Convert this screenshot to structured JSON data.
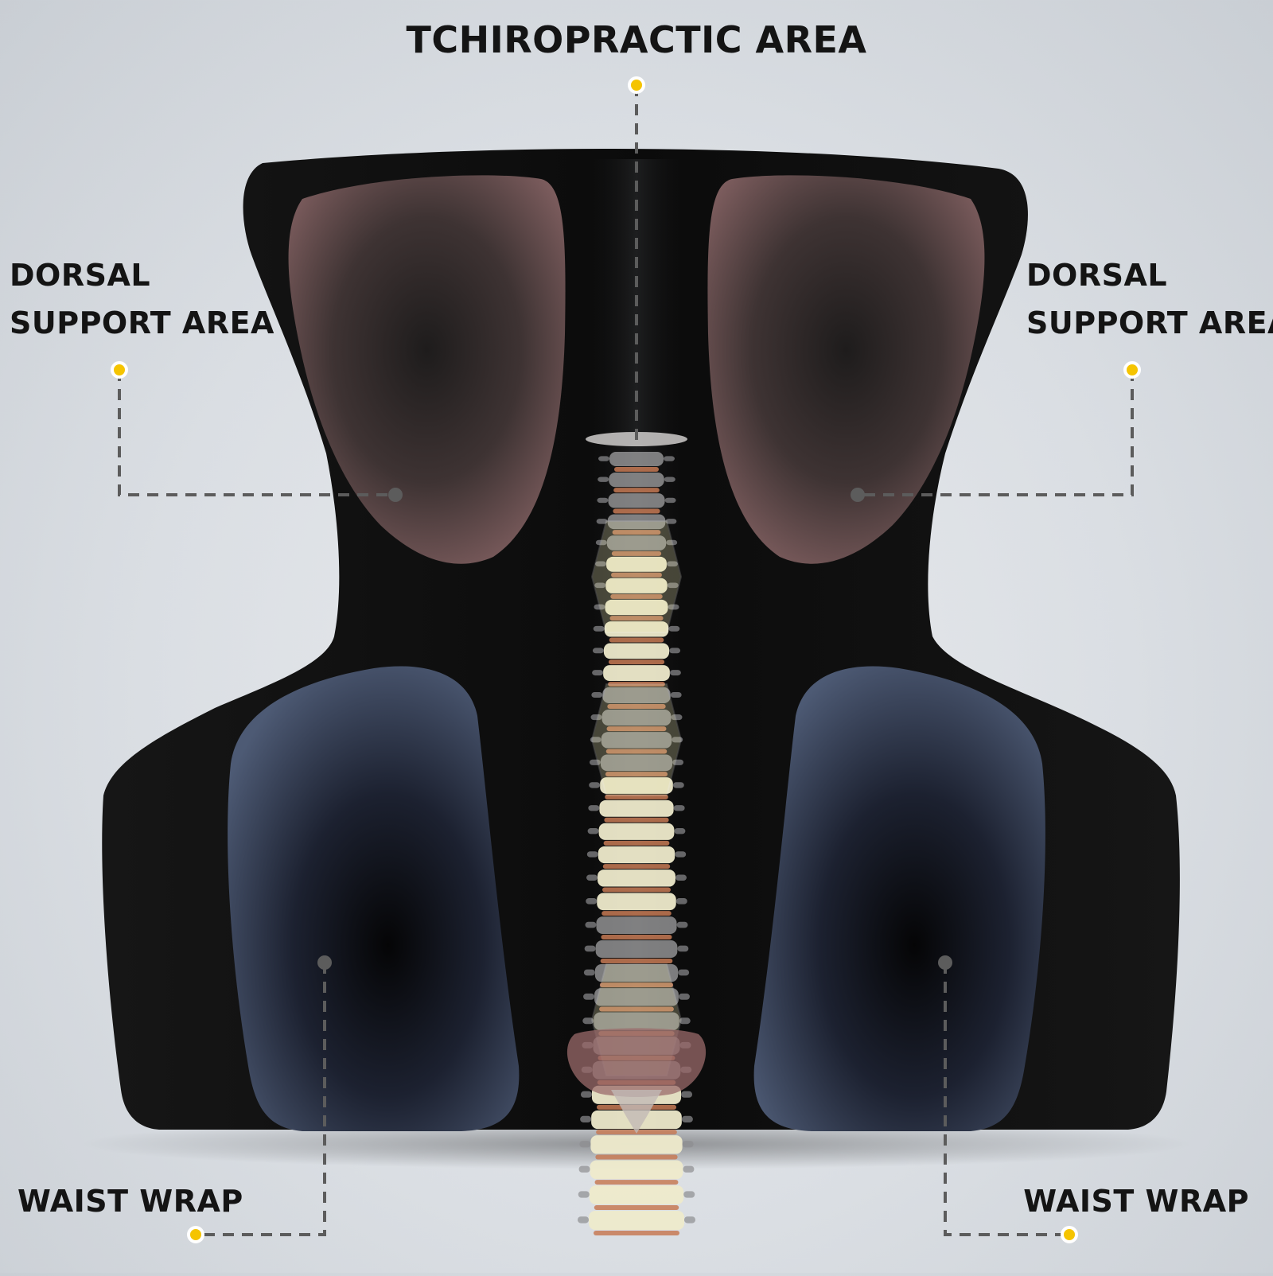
{
  "labels": {
    "top": "TCHIROPRACTIC AREA",
    "dorsal_left": {
      "line1": "DORSAL",
      "line2": "SUPPORT AREA"
    },
    "dorsal_right": {
      "line1": "DORSAL",
      "line2": "SUPPORT AREA"
    },
    "waist_left": "WAIST WRAP",
    "waist_right": "WAIST WRAP"
  },
  "colors": {
    "marker": "#f5c400",
    "leader_line": "#5c5c5c",
    "cushion_body": "#0c0c0c",
    "dorsal_pad": "#7a5a5a",
    "waist_pad": "#4a5670",
    "vertebra": "#eeeacb",
    "disc": "#c77a55"
  },
  "icons": {
    "marker": "yellow-dot-icon",
    "anchor": "gray-dot-icon"
  }
}
